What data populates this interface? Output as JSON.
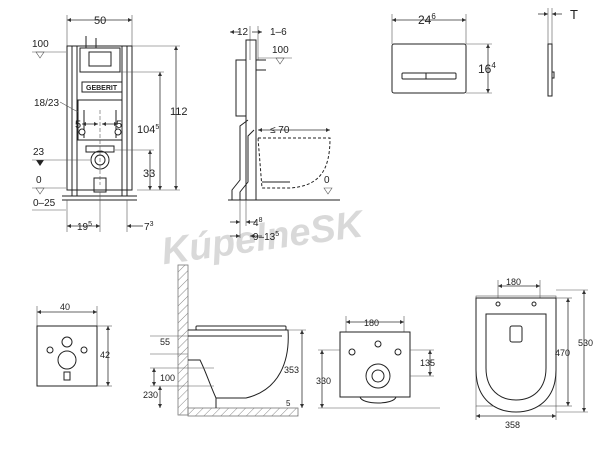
{
  "watermark": "KúpelneSK",
  "frame_front": {
    "brand": "GEBERIT",
    "dims": {
      "width": "50",
      "height": "112",
      "height_inner_base": "104",
      "height_inner_sup": "5",
      "level_top": "100",
      "level_axis": "23",
      "level_zero": "0",
      "range_floor": "0–25",
      "pitch": "18/23",
      "offset_left": "5",
      "offset_right": "5",
      "height_flush": "33",
      "bottom_left_base": "19",
      "bottom_left_sup": "5",
      "bottom_right_base": "7",
      "bottom_right_sup": "3"
    }
  },
  "frame_side": {
    "dims": {
      "depth": "12",
      "range_top": "1–6",
      "level_top": "100",
      "projection": "≤ 70",
      "level_zero": "0",
      "bottom_offset_base": "4",
      "bottom_offset_sup": "8",
      "bottom_range_base": "9–13",
      "bottom_range_sup": "5"
    }
  },
  "plate_front": {
    "dims": {
      "width_base": "24",
      "width_sup": "6",
      "height_base": "16",
      "height_sup": "4"
    }
  },
  "plate_side": {
    "dims": {
      "thickness": "T"
    }
  },
  "opening": {
    "dims": {
      "width": "40",
      "height": "42"
    }
  },
  "bowl_side": {
    "dims": {
      "d55": "55",
      "d100": "100",
      "d230": "230",
      "d353": "353"
    }
  },
  "bowl_back": {
    "dims": {
      "width": "180",
      "d135": "135",
      "d330": "330"
    }
  },
  "bowl_top": {
    "dims": {
      "top": "180",
      "length": "470",
      "total": "530",
      "width": "358"
    }
  }
}
